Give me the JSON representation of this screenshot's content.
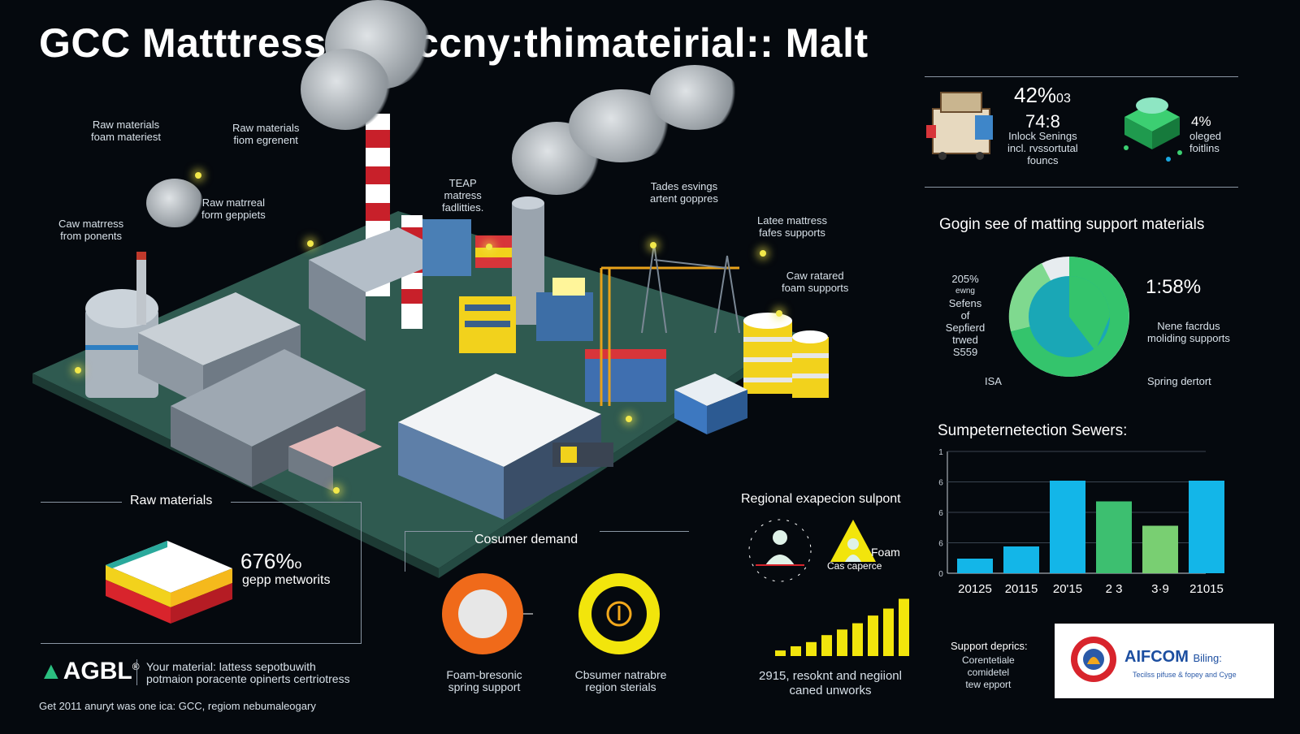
{
  "title": "GCC Matttress Supccny:thimateirial:: Malt",
  "scene_labels": [
    {
      "id": "raw-materials-form-materiest",
      "text": [
        "Raw materials",
        "foam materiest"
      ]
    },
    {
      "id": "raw-materials-form-egrenent",
      "text": [
        "Raw materials",
        "fiom egrenent"
      ]
    },
    {
      "id": "raw-matrreal-form-geppiets",
      "text": [
        "Raw matrreal",
        "form geppiets"
      ]
    },
    {
      "id": "caw-matrress-from-ponents",
      "text": [
        "Caw matrress",
        "from ponents"
      ]
    },
    {
      "id": "teap-matress-facilities",
      "text": [
        "TEAP",
        "matress",
        "fadlitties."
      ]
    },
    {
      "id": "tades-esvings",
      "text": [
        "Tades esvings",
        "artent goppres"
      ]
    },
    {
      "id": "latee-mattress",
      "text": [
        "Latee mattress",
        "fafes supports"
      ]
    },
    {
      "id": "caw-ratared",
      "text": [
        "Caw ratared",
        "foam supports"
      ]
    }
  ],
  "stats_top": {
    "left_pct": "42%",
    "left_pct_suffix": "03",
    "left_num": "74:8",
    "left_desc": [
      "Inlock Senings",
      "incl. rvssortutal",
      "founcs"
    ],
    "right_pct": "4%",
    "right_desc": [
      "oleged",
      "foitlins"
    ]
  },
  "pie_section": {
    "title": "Gogin see of matting support materials",
    "left_label": [
      "205%",
      "ewng",
      "Sefens",
      "of",
      "Sepfierd",
      "trwed",
      "S559"
    ],
    "bottom_label": "ISA",
    "value": "1:58%",
    "right_label": [
      "Nene facrdus",
      "moliding supports"
    ],
    "bottom_right_label": "Spring dertort"
  },
  "chart_data": {
    "type": "bar",
    "title": "Sumpeternetection Sewers:",
    "categories": [
      "20125",
      "20115",
      "20'15",
      "2 3",
      "3·9",
      "21015"
    ],
    "values": [
      0.12,
      0.22,
      0.76,
      0.59,
      0.39,
      0.76
    ],
    "colors": [
      "#13b6e8",
      "#13b6e8",
      "#13b6e8",
      "#3dbf70",
      "#79cf72",
      "#13b6e8"
    ],
    "yticks": [
      "0",
      "6",
      "6",
      "6",
      "1"
    ],
    "ylim": [
      0,
      1
    ]
  },
  "raw_materials": {
    "header": "Raw materials",
    "pct": "676%",
    "pct_suffix": "o",
    "desc": "gepp metworits"
  },
  "consumer": {
    "header": "Cosumer demand",
    "item1": [
      "Foam-bresonic",
      "spring support"
    ],
    "item2": [
      "Cbsumer natrabre",
      "region sterials"
    ]
  },
  "regional": {
    "header": "Regional exapecion sulpont",
    "foam_label": "Foam",
    "foam_sub": "Cas caperce",
    "bars": [
      0.08,
      0.14,
      0.2,
      0.3,
      0.38,
      0.47,
      0.58,
      0.68,
      0.82
    ],
    "caption": [
      "2915, resoknt and negiionl",
      "caned unworks"
    ]
  },
  "brand": {
    "logo": "AGBL",
    "logo_mark": "®",
    "tagline": [
      "Your material: lattess sepotbuwith",
      "potmaion poracente opinerts certriotress"
    ]
  },
  "support": {
    "header": "Support deprics:",
    "lines": [
      "Corentetiale",
      "comidetel",
      "tew epport"
    ],
    "company": "AIFCOM",
    "company_suffix": "Biling:",
    "company_tag": "Tecilss pifuse & fopey and Cyge"
  },
  "footer": "Get 2011 anuryt was one ica: GCC, regiom nebumaleogary",
  "colors": {
    "background": "#05090e",
    "platform": "#3e6b5e",
    "bar_blue": "#13b6e8",
    "bar_green": "#3dbf70",
    "yellow": "#f2e50c",
    "orange": "#f06a1a",
    "pie_green": "#34c46c",
    "pie_teal": "#1aa7b6"
  }
}
